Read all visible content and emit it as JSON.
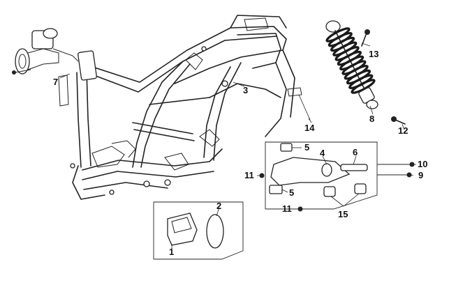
{
  "diagram": {
    "callouts": {
      "c1": "1",
      "c2": "2",
      "c3": "3",
      "c4": "4",
      "c5a": "5",
      "c5b": "5",
      "c6": "6",
      "c7": "7",
      "c8": "8",
      "c9": "9",
      "c10": "10",
      "c11a": "11",
      "c11b": "11",
      "c12": "12",
      "c13": "13",
      "c14": "14",
      "c15": "15"
    },
    "colors": {
      "line": "#222222",
      "background": "#ffffff",
      "shock_spring": "#1a1a1a"
    }
  }
}
